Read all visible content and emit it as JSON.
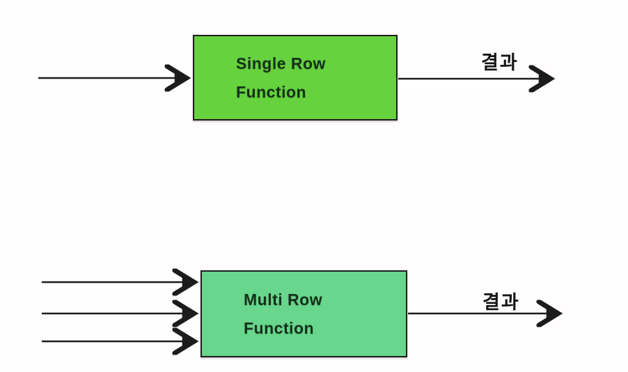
{
  "diagram": {
    "background_color": "#fffdfe",
    "arrow_color": "#1c1c1c",
    "single_row": {
      "label_line1": "Single Row",
      "label_line2": "Function",
      "box_fill": "#66d23e",
      "input_arrow_count": 1,
      "output_label": "결과"
    },
    "multi_row": {
      "label_line1": "Multi Row",
      "label_line2": "Function",
      "box_fill": "#68d68c",
      "input_arrow_count": 3,
      "output_label": "결과"
    }
  }
}
